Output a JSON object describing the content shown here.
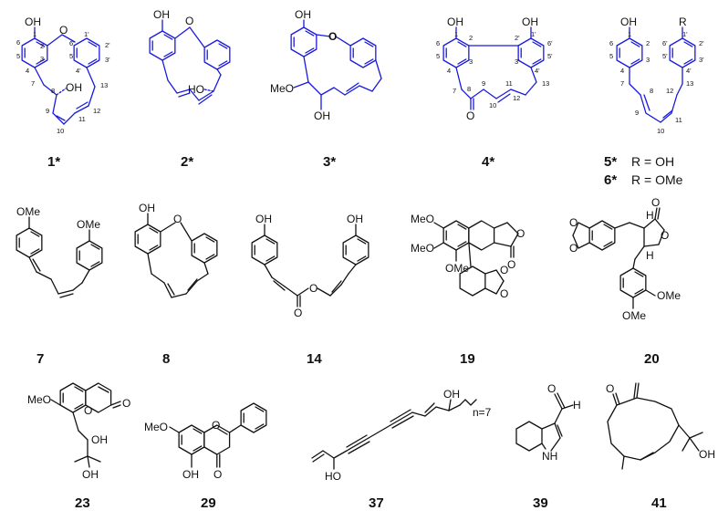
{
  "compounds": [
    {
      "id": "1*"
    },
    {
      "id": "2*"
    },
    {
      "id": "3*"
    },
    {
      "id": "4*"
    },
    {
      "id": "5*",
      "r_value": "R = OH"
    },
    {
      "id": "6*",
      "r_value": "R = OMe"
    },
    {
      "id": "7"
    },
    {
      "id": "8"
    },
    {
      "id": "14"
    },
    {
      "id": "19"
    },
    {
      "id": "20"
    },
    {
      "id": "23"
    },
    {
      "id": "29"
    },
    {
      "id": "37"
    },
    {
      "id": "39"
    },
    {
      "id": "41"
    }
  ],
  "atom_labels": {
    "oh": "OH",
    "o": "O",
    "ome": "OMe",
    "meo": "MeO",
    "ho": "HO",
    "h": "H",
    "nh": "NH",
    "r": "R",
    "n7": "n=7"
  },
  "numbering": {
    "c1": "1",
    "c2": "2",
    "c3": "3",
    "c4": "4",
    "c5": "5",
    "c6": "6",
    "c7": "7",
    "c8": "8",
    "c9": "9",
    "c10": "10",
    "c11": "11",
    "c12": "12",
    "c13": "13",
    "p1": "1'",
    "p2": "2'",
    "p3": "3'",
    "p4": "4'",
    "p5": "5'",
    "p6": "6'"
  },
  "colors": {
    "highlight": "#1a1adc",
    "default": "#111111"
  }
}
